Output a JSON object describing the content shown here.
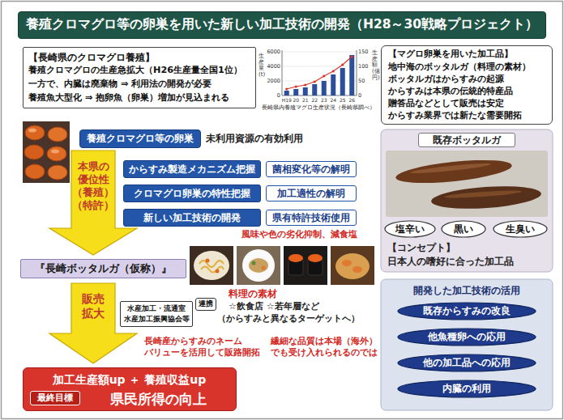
{
  "diagram": {
    "title": "養殖クロマグロ等の卵巣を用いた新しい加工技術の開発（H28～30戦略プロジェクト）",
    "nodes": [
      {
        "text": [
          "【長崎県のクロマグロ養殖】",
          "養殖クロマグロの生産急拡大（H26生産量全国1位）",
          "一方で、内臓は廃棄物 ⇒ 利用法の開発が必要",
          "養殖魚大型化 ⇒ 抱卵魚（卵巣）増加が見込まれる"
        ]
      },
      {
        "text": [
          "【マグロ卵巣を用いた加工品】",
          "地中海のボッタルガ（料理の素材）",
          "ボッタルガはからすみの起源",
          "からすみは本県の伝統的特産品",
          "贈答品などとして販売は安定",
          "からすみ業界では新たな需要開拓"
        ]
      },
      {
        "text": [
          "養殖クロマグロ等の卵巣"
        ]
      },
      {
        "text": [
          "本県の 優位性 （養殖） （特許）"
        ]
      },
      {
        "text": [
          "からすみ製造メカニズム把握"
        ]
      },
      {
        "text": [
          "菌相変化等の解明"
        ]
      },
      {
        "text": [
          "クロマグロ卵巣の特性把握"
        ]
      },
      {
        "text": [
          "加工適性の解明"
        ]
      },
      {
        "text": [
          "新しい加工技術の開発"
        ]
      },
      {
        "text": [
          "県有特許技術使用"
        ]
      },
      {
        "text": [
          "既存ボッタルガ",
          "【コンセプト】",
          "日本人の嗜好に合った加工品"
        ]
      },
      {
        "text": [
          "塩辛い"
        ],
        "in": 10
      },
      {
        "text": [
          "黒い"
        ],
        "in": 10
      },
      {
        "text": [
          "生臭い"
        ],
        "in": 10
      },
      {
        "text": [
          "『長崎ボッタルガ（仮称）』"
        ]
      },
      {
        "text": [
          "販売 拡大"
        ]
      },
      {
        "text": [
          "水産加工・流通室 水産加工振興協会等"
        ]
      },
      {
        "text": [
          "連携"
        ]
      },
      {
        "text": [
          "開発した加工技術の活用"
        ]
      },
      {
        "text": [
          "既存からすみの改良"
        ],
        "in": 18
      },
      {
        "text": [
          "他魚種卵への応用"
        ],
        "in": 18
      },
      {
        "text": [
          "他の加工品への応用"
        ],
        "in": 18
      },
      {
        "text": [
          "内臓の利用"
        ],
        "in": 18
      },
      {
        "text": [
          "加工生産額up ＋ 養殖収益up",
          "県民所得の向上"
        ]
      },
      {
        "text": [
          "最終目標"
        ],
        "in": 23
      }
    ],
    "labels": [
      "6000",
      "4000",
      "2000",
      "0",
      "150",
      "100",
      "50",
      "0",
      "H19",
      "20",
      "21",
      "22",
      "23",
      "24",
      "25",
      "26",
      "生産量(t)",
      "生産額(億円)",
      "長崎県内養殖マグロ生産状況（長崎県調べ）",
      "未利用資源の有効利用",
      "風味や色の劣化抑制、減食塩",
      "料理の素材",
      "☆飲食店 ☆若年層など",
      "（からすみと異なるターゲットへ）",
      "長崎産からすみのネーム バリューを活用して販路開拓",
      "繊細な品質は本場（海外） でも受け入れられるのでは"
    ]
  }
}
